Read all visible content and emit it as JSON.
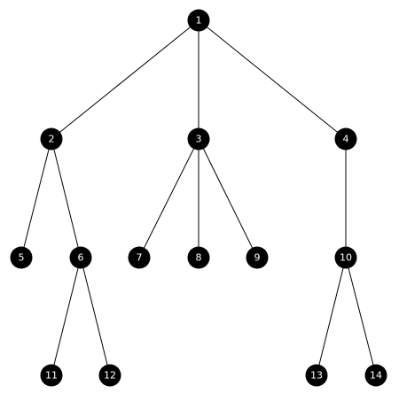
{
  "tree": {
    "nodes": [
      {
        "id": "1",
        "label": "1"
      },
      {
        "id": "2",
        "label": "2"
      },
      {
        "id": "3",
        "label": "3"
      },
      {
        "id": "4",
        "label": "4"
      },
      {
        "id": "5",
        "label": "5"
      },
      {
        "id": "6",
        "label": "6"
      },
      {
        "id": "7",
        "label": "7"
      },
      {
        "id": "8",
        "label": "8"
      },
      {
        "id": "9",
        "label": "9"
      },
      {
        "id": "10",
        "label": "10"
      },
      {
        "id": "11",
        "label": "11"
      },
      {
        "id": "12",
        "label": "12"
      },
      {
        "id": "13",
        "label": "13"
      },
      {
        "id": "14",
        "label": "14"
      }
    ],
    "edges": [
      {
        "from": "1",
        "to": "2"
      },
      {
        "from": "1",
        "to": "3"
      },
      {
        "from": "1",
        "to": "4"
      },
      {
        "from": "2",
        "to": "5"
      },
      {
        "from": "2",
        "to": "6"
      },
      {
        "from": "3",
        "to": "7"
      },
      {
        "from": "3",
        "to": "8"
      },
      {
        "from": "3",
        "to": "9"
      },
      {
        "from": "4",
        "to": "10"
      },
      {
        "from": "6",
        "to": "11"
      },
      {
        "from": "6",
        "to": "12"
      },
      {
        "from": "10",
        "to": "13"
      },
      {
        "from": "10",
        "to": "14"
      }
    ],
    "colors": {
      "node_fill": "#000000",
      "node_text": "#ffffff",
      "edge": "#000000",
      "background": "#ffffff"
    }
  }
}
